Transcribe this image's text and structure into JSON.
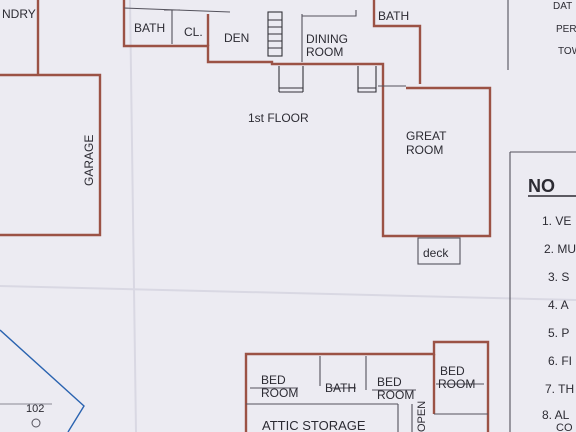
{
  "labels": {
    "laundry_fragment": "NDRY",
    "bath_1": "BATH",
    "closet": "CL.",
    "den": "DEN",
    "dining_1": "DINING",
    "dining_2": "ROOM",
    "bath_2": "BATH",
    "first_floor": "1st FLOOR",
    "garage": "GARAGE",
    "great_room_1": "GREAT",
    "great_room_2": "ROOM",
    "deck": "deck",
    "bedroom_1a": "BED",
    "bedroom_1b": "ROOM",
    "bath_3": "BATH",
    "bedroom_2a": "BED",
    "bedroom_2b": "ROOM",
    "bedroom_3a": "BED",
    "bedroom_3b": "ROOM",
    "attic_storage": "ATTIC STORAGE",
    "open_fragment": "OPEN",
    "lot_number": "102"
  },
  "notes_panel": {
    "header_fragments": [
      "DAT",
      "PER",
      "TOW"
    ],
    "title_fragment": "NO",
    "items": [
      "1. VE",
      "2. MU",
      "3. S",
      "4. A",
      "5. P",
      "6. FI",
      "7. TH",
      "8. AL"
    ],
    "item_8_continuation": "CO"
  }
}
